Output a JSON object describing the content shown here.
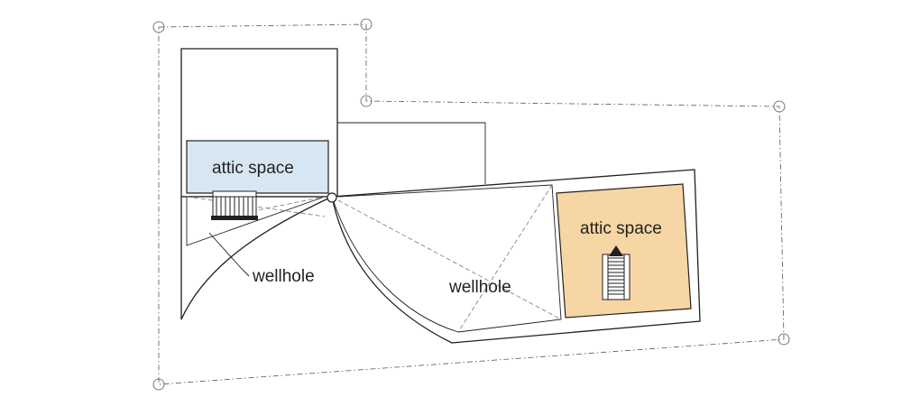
{
  "labels": {
    "attic_left": "attic space",
    "attic_right": "attic space",
    "wellhole_left": "wellhole",
    "wellhole_right": "wellhole"
  },
  "colors": {
    "attic_left_fill": "#d6e7f3",
    "attic_right_fill": "#f6d6a4",
    "line": "#231f20",
    "dashed": "#555555"
  }
}
